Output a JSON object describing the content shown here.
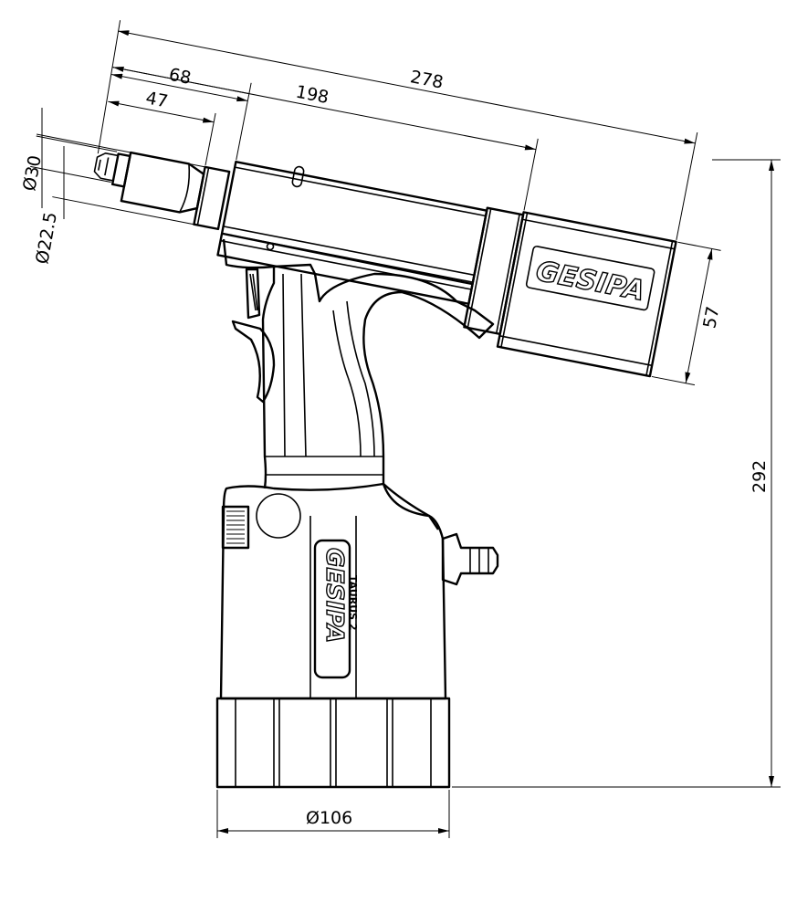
{
  "drawing": {
    "dimensions": {
      "overall_length": "278",
      "barrel_length": "198",
      "nose_length_68": "68",
      "nose_length_47": "47",
      "diameter_30": "Ø30",
      "diameter_22_5": "Ø22.5",
      "cylinder_height": "57",
      "total_height": "292",
      "base_diameter": "Ø106"
    },
    "logos": {
      "brand": "GESIPA",
      "model": "TAURUS 2"
    },
    "line_color": "#000000",
    "background_color": "#ffffff"
  }
}
